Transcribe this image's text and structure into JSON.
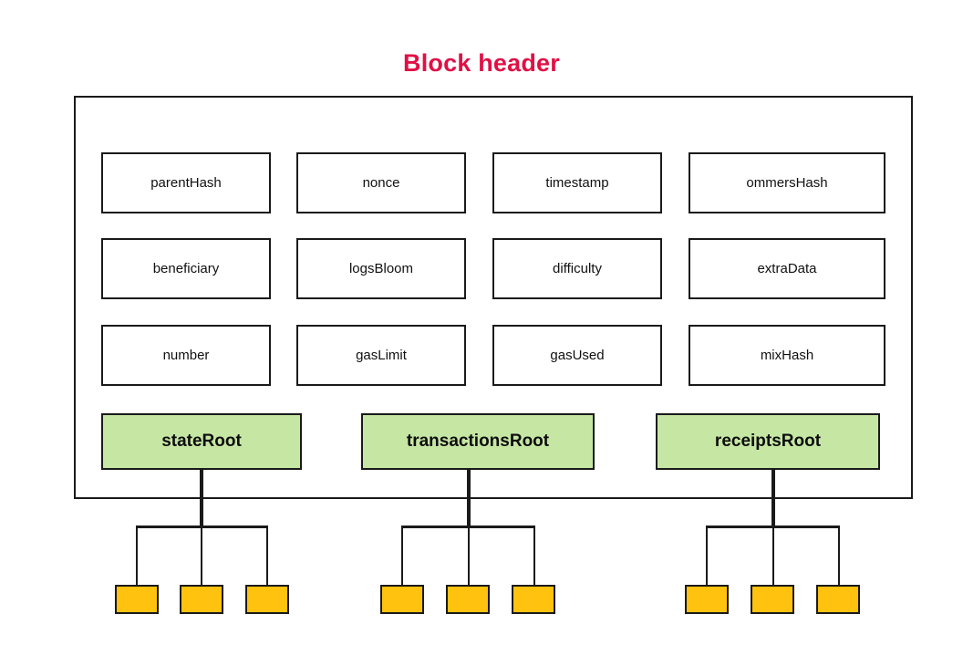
{
  "title": "Block header",
  "colors": {
    "title": "#E01045",
    "root_fill": "#C6E7A4",
    "leaf_fill": "#FFC20E",
    "stroke": "#1a1a1a",
    "field_fill": "#ffffff",
    "background": "#ffffff"
  },
  "header": {
    "container_label": "Block header container",
    "field_rows": [
      [
        {
          "label": "parentHash"
        },
        {
          "label": "nonce"
        },
        {
          "label": "timestamp"
        },
        {
          "label": "ommersHash"
        }
      ],
      [
        {
          "label": "beneficiary"
        },
        {
          "label": "logsBloom"
        },
        {
          "label": "difficulty"
        },
        {
          "label": "extraData"
        }
      ],
      [
        {
          "label": "number"
        },
        {
          "label": "gasLimit"
        },
        {
          "label": "gasUsed"
        },
        {
          "label": "mixHash"
        }
      ]
    ],
    "roots": [
      {
        "label": "stateRoot",
        "leaf_count": 3
      },
      {
        "label": "transactionsRoot",
        "leaf_count": 3
      },
      {
        "label": "receiptsRoot",
        "leaf_count": 3
      }
    ]
  },
  "trees": [
    {
      "root": "stateRoot",
      "leaves": [
        {
          "label": ""
        },
        {
          "label": ""
        },
        {
          "label": ""
        }
      ]
    },
    {
      "root": "transactionsRoot",
      "leaves": [
        {
          "label": ""
        },
        {
          "label": ""
        },
        {
          "label": ""
        }
      ]
    },
    {
      "root": "receiptsRoot",
      "leaves": [
        {
          "label": ""
        },
        {
          "label": ""
        },
        {
          "label": ""
        }
      ]
    }
  ]
}
